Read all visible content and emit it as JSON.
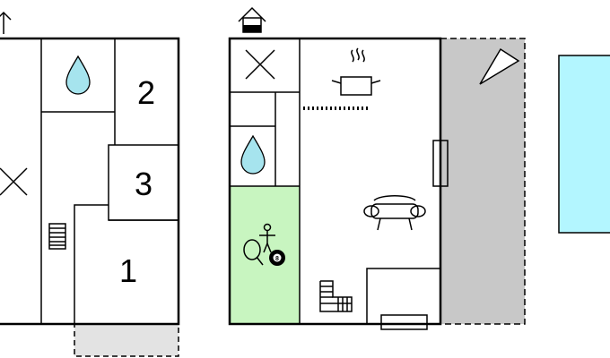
{
  "floors": [
    {
      "name": "",
      "rooms": [
        {
          "label": "2",
          "kind": "bedroom"
        },
        {
          "label": "3",
          "kind": "bedroom"
        },
        {
          "label": "1",
          "kind": "bedroom"
        }
      ],
      "icons": [
        "up-arrow-icon",
        "water-drop-icon",
        "cross-icon",
        "stairs-icon"
      ]
    },
    {
      "name": "",
      "icons": [
        "entrance-house-icon",
        "cross-icon",
        "water-drop-icon",
        "cooking-pot-icon",
        "armchair-icon",
        "table-tennis-icon",
        "billiard-ball-icon",
        "stairs-icon",
        "terrace-umbrella-icon"
      ],
      "billiard_number": "8"
    }
  ],
  "colors": {
    "wall": "#000000",
    "water": "#a6e4ee",
    "game_room": "#c8f5c0",
    "terrace": "#c8c8c8",
    "patio": "#e3e3e3",
    "pool": "#b3f6ff"
  }
}
